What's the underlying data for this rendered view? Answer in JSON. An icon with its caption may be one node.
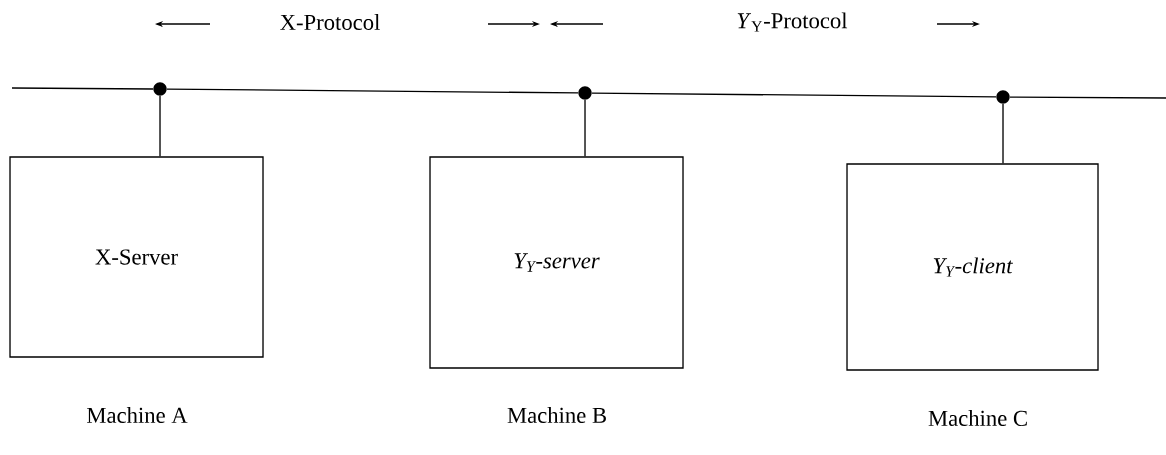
{
  "diagram": {
    "nodes": [
      {
        "text": [
          "X-Server"
        ],
        "beside": [
          "Machine A"
        ]
      },
      {
        "text": [
          "Y$_{Y}$-server"
        ],
        "beside": [
          "Machine B"
        ]
      },
      {
        "text": [
          "Y$_{Y}$-client"
        ],
        "beside": [
          "Machine C"
        ]
      },
      {
        "text": [],
        "shape": "circle"
      },
      {
        "text": [],
        "shape": "circle"
      },
      {
        "text": [],
        "shape": "circle"
      }
    ],
    "edges": [
      {
        "from": null,
        "to": 3,
        "arrow": "none"
      },
      {
        "from": 3,
        "to": 4,
        "arrow": "none"
      },
      {
        "from": 4,
        "to": 5,
        "arrow": "none"
      },
      {
        "from": 5,
        "to": null,
        "arrow": "none"
      },
      {
        "from": 3,
        "to": 0,
        "arrow": "none"
      },
      {
        "from": 4,
        "to": 1,
        "arrow": "none"
      },
      {
        "from": 5,
        "to": 2,
        "arrow": "none"
      }
    ],
    "labels": [
      "X-Protocol",
      "*Y*$_{Y}$-Protocol"
    ]
  }
}
